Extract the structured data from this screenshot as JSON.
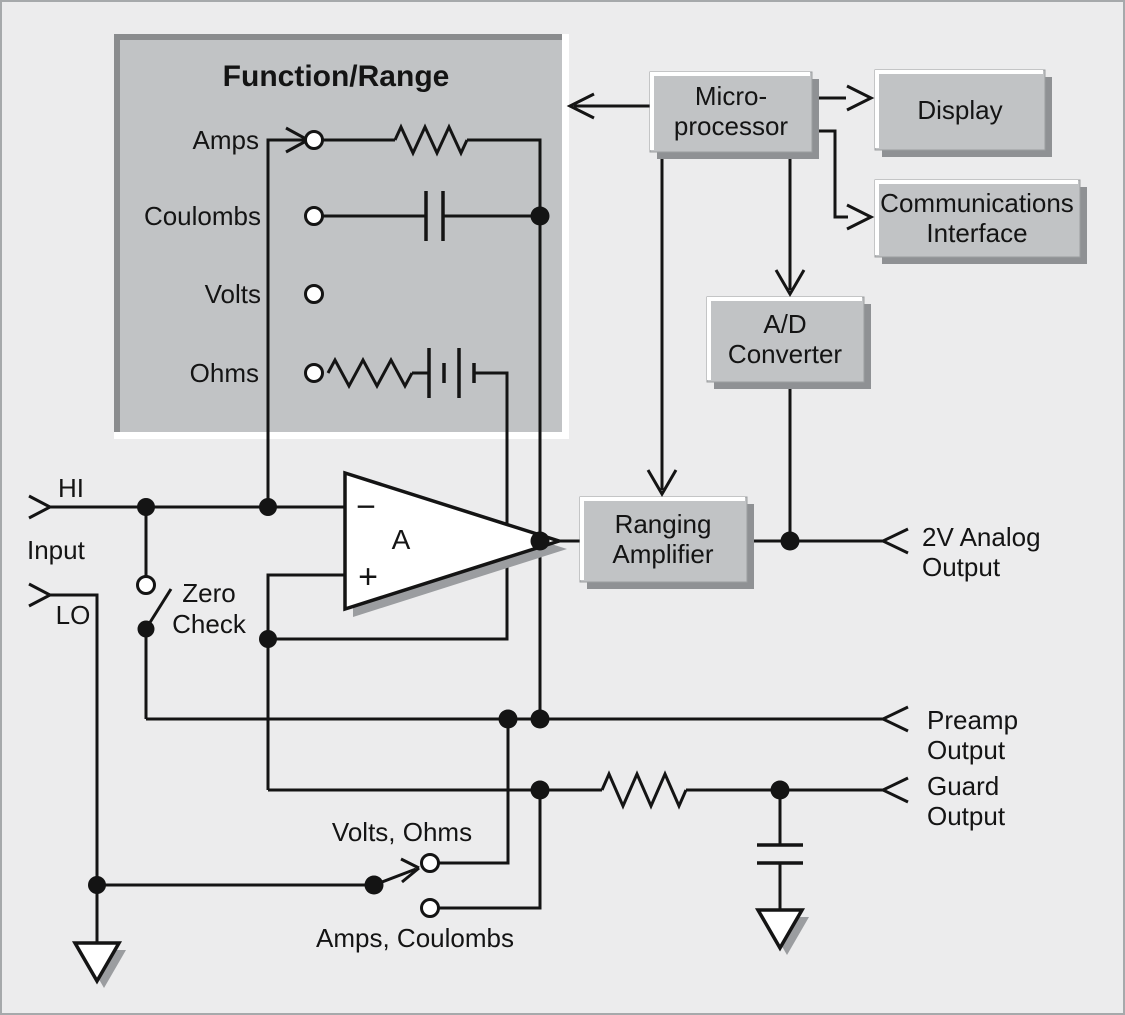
{
  "window": {
    "background": "#ececed",
    "frame_border": "#a6a9ab"
  },
  "function_range": {
    "title": "Function/Range",
    "rows": [
      "Amps",
      "Coulombs",
      "Volts",
      "Ohms"
    ]
  },
  "blocks": {
    "microprocessor": {
      "line1": "Micro-",
      "line2": "processor"
    },
    "display": {
      "label": "Display"
    },
    "communications": {
      "line1": "Communications",
      "line2": "Interface"
    },
    "ad_converter": {
      "line1": "A/D",
      "line2": "Converter"
    },
    "ranging_amplifier": {
      "line1": "Ranging",
      "line2": "Amplifier"
    }
  },
  "opamp": {
    "label": "A",
    "minus": "−",
    "plus": "+"
  },
  "input": {
    "hi": "HI",
    "label": "Input",
    "lo": "LO"
  },
  "switches": {
    "zero_check": {
      "line1": "Zero",
      "line2": "Check"
    },
    "volts_ohms": "Volts, Ohms",
    "amps_coulombs": "Amps, Coulombs"
  },
  "outputs": {
    "analog": {
      "line1": "2V Analog",
      "line2": "Output"
    },
    "preamp": {
      "line1": "Preamp",
      "line2": "Output"
    },
    "guard": {
      "line1": "Guard",
      "line2": "Output"
    }
  },
  "colors": {
    "background": "#ececed",
    "box_fill": "#c1c3c5",
    "box_shadow": "#8f9194",
    "bevel_highlight": "#ffffff",
    "bevel_dark": "#8a8c8e",
    "line": "#141414"
  }
}
